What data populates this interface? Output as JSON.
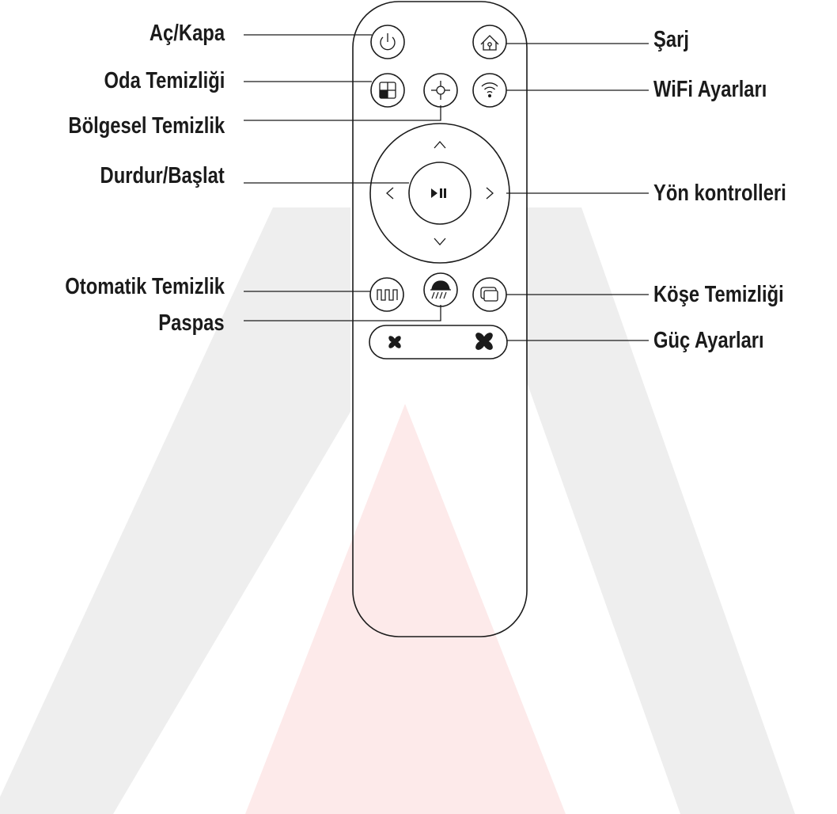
{
  "labels": {
    "power": "Aç/Kapa",
    "room_clean": "Oda Temizliği",
    "spot_clean": "Bölgesel Temizlik",
    "play_pause": "Durdur/Başlat",
    "auto_clean": "Otomatik Temizlik",
    "mop": "Paspas",
    "charge": "Şarj",
    "wifi": "WiFi Ayarları",
    "direction": "Yön kontrolleri",
    "edge_clean": "Köşe Temizliği",
    "power_level": "Güç Ayarları"
  },
  "colors": {
    "ink": "#1b1b1b",
    "watermark_gray": "#ededed",
    "watermark_red": "#fdeaea"
  },
  "icons": [
    "power-icon",
    "home-icon",
    "room-grid-icon",
    "crosshair-icon",
    "wifi-icon",
    "play-pause-icon",
    "arrow-up-icon",
    "arrow-down-icon",
    "arrow-left-icon",
    "arrow-right-icon",
    "zigzag-icon",
    "mop-icon",
    "edge-icon",
    "fan-small-icon",
    "fan-large-icon"
  ]
}
